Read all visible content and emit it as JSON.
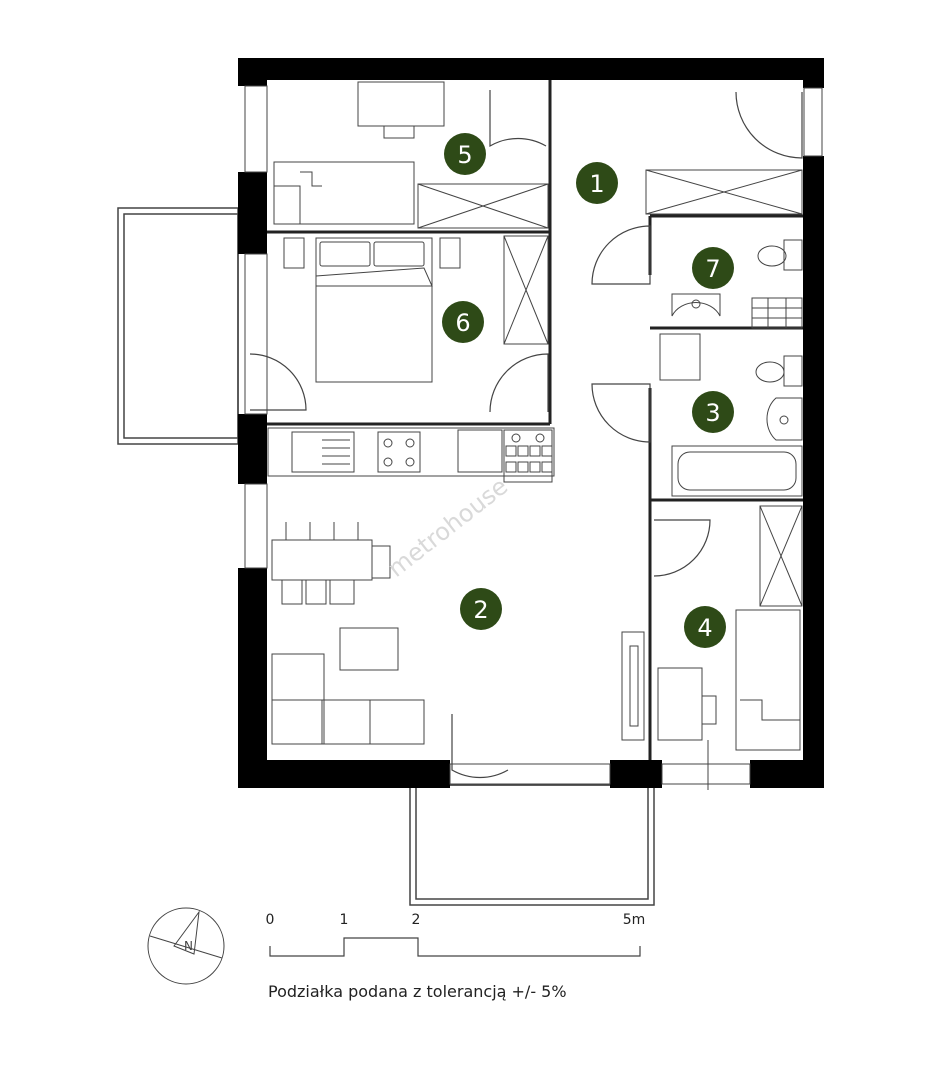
{
  "rooms": [
    {
      "id": "1",
      "label": "1"
    },
    {
      "id": "2",
      "label": "2"
    },
    {
      "id": "3",
      "label": "3"
    },
    {
      "id": "4",
      "label": "4"
    },
    {
      "id": "5",
      "label": "5"
    },
    {
      "id": "6",
      "label": "6"
    },
    {
      "id": "7",
      "label": "7"
    }
  ],
  "scale": {
    "ticks": [
      "0",
      "1",
      "2",
      "5m"
    ]
  },
  "note": "Podziałka podana z tolerancją +/- 5%",
  "watermark": "metrohouse",
  "compass": {
    "letter": "N"
  },
  "colors": {
    "wall": "#000000",
    "room_marker": "#2e4a17",
    "line": "#444444"
  }
}
